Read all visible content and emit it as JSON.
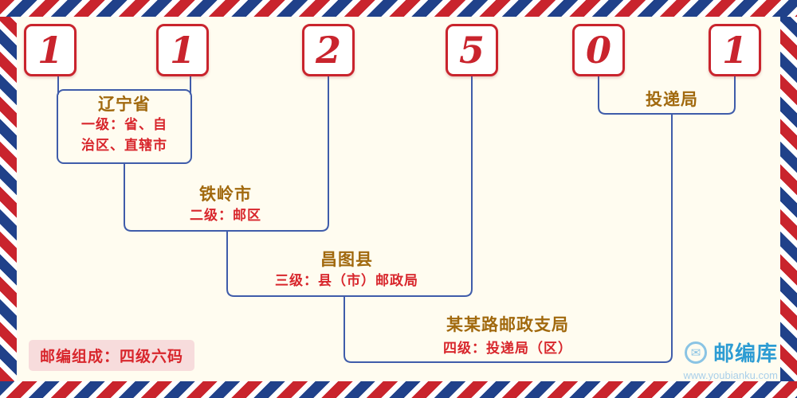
{
  "postal_code": {
    "digits": [
      "1",
      "1",
      "2",
      "5",
      "0",
      "1"
    ]
  },
  "levels": {
    "level1": {
      "name": "辽宁省",
      "desc_line1": "一级：省、自",
      "desc_line2": "治区、直辖市"
    },
    "level2": {
      "name": "铁岭市",
      "desc": "二级：邮区"
    },
    "level3": {
      "name": "昌图县",
      "desc": "三级：县（市）邮政局"
    },
    "level4": {
      "name": "某某路邮政支局",
      "desc": "四级：投递局（区）"
    },
    "delivery": {
      "name": "投递局"
    }
  },
  "footer": {
    "composition_note": "邮编组成：四级六码"
  },
  "branding": {
    "site_name": "邮编库",
    "site_url": "www.youbianku.com",
    "logo_icon": "envelope-icon"
  },
  "colors": {
    "digit_red": "#c9242d",
    "text_red": "#d8262c",
    "line_blue": "#3f5caa",
    "label_brown": "#a1690e",
    "border_red": "#c9242d",
    "border_blue": "#20418a",
    "brand_blue": "#2d9cd3",
    "brand_light_blue": "#8ac4e4",
    "pill_pink": "#f7dcdc",
    "background_cream": "#fffcf0"
  }
}
